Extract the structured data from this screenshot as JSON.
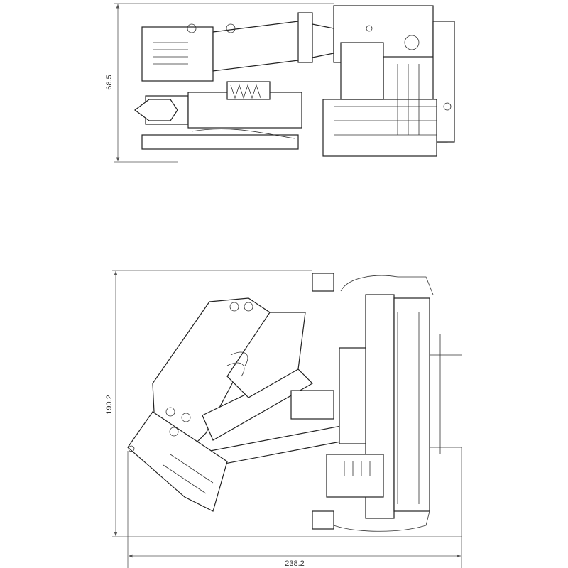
{
  "drawing": {
    "top_view": {
      "height_dimension": "68.5"
    },
    "bottom_view": {
      "height_dimension": "190.2",
      "width_dimension": "238.2"
    },
    "colors": {
      "line": "#222222",
      "dimension": "#555555",
      "background": "#ffffff"
    }
  }
}
